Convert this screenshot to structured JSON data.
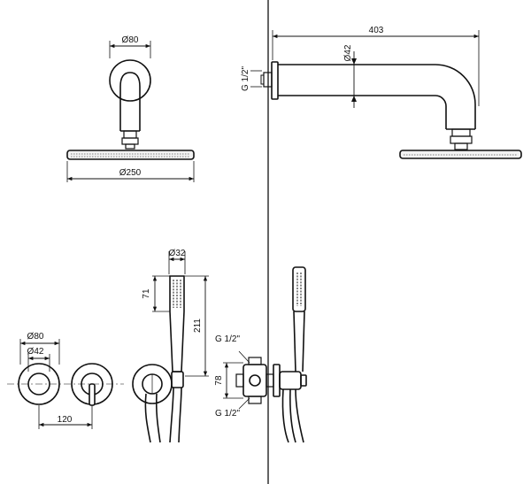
{
  "colors": {
    "stroke": "#111111",
    "background": "#ffffff",
    "fill_light": "#eeeeee"
  },
  "dimensions": {
    "arm_front_width": "Ø80",
    "head_front_diameter": "Ø250",
    "arm_side_length": "403",
    "arm_side_diameter": "Ø42",
    "arm_thread": "G 1/2\"",
    "handshower_width": "Ø32",
    "handshower_head_height": "71",
    "handshower_length": "211",
    "mixer_outer_diameter": "Ø80",
    "mixer_inner_diameter": "Ø42",
    "mixer_spacing": "120",
    "body_thread_top": "G 1/2\"",
    "body_depth": "78",
    "body_thread_bottom": "G 1/2\""
  }
}
